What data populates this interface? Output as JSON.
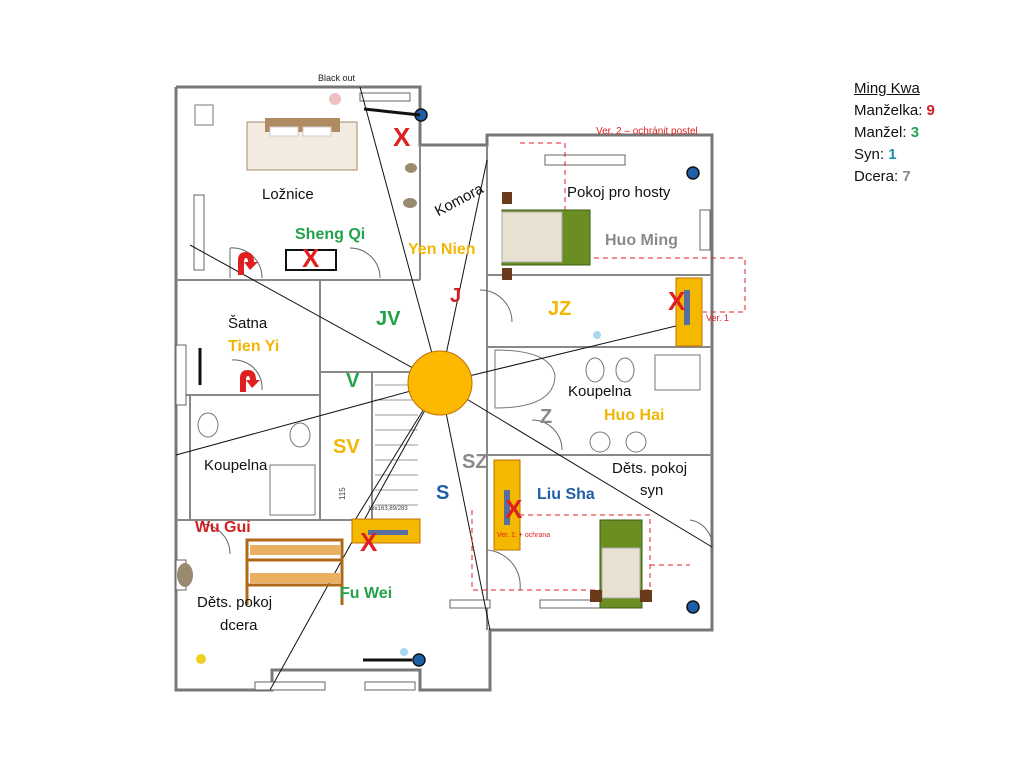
{
  "legend": {
    "title": "Ming Kwa",
    "rows": [
      {
        "label": "Manželka:",
        "value": "9",
        "color": "#d42020"
      },
      {
        "label": "Manžel:",
        "value": "3",
        "color": "#22a24a"
      },
      {
        "label": "Syn:",
        "value": "1",
        "color": "#1f8fb0"
      },
      {
        "label": "Dcera:",
        "value": "7",
        "color": "#8a8a8a"
      }
    ]
  },
  "rooms": {
    "loznice": "Ložnice",
    "komora": "Komora",
    "pokoj_hosty": "Pokoj pro hosty",
    "satna": "Šatna",
    "koupelna_left": "Koupelna",
    "koupelna_right": "Koupelna",
    "deti_syn_1": "Děts. pokoj",
    "deti_syn_2": "syn",
    "deti_dcera_1": "Děts. pokoj",
    "deti_dcera_2": "dcera"
  },
  "gua": {
    "sheng_qi": "Sheng Qi",
    "yen_nien": "Yen Nien",
    "huo_ming": "Huo Ming",
    "tien_yi": "Tien Yi",
    "huo_hai": "Huo Hai",
    "liu_sha": "Liu Sha",
    "wu_gui": "Wu Gui",
    "fu_wei": "Fu Wei"
  },
  "directions": {
    "j": "J",
    "jv": "JV",
    "jz": "JZ",
    "v": "V",
    "z": "Z",
    "sv": "SV",
    "sz": "SZ",
    "s": "S"
  },
  "notes": {
    "blackout": "Black out",
    "ver2": "Ver. 2 – ochránit postel",
    "ver1": "Ver. 1",
    "ver1b": "Ver. 1: + ochrana",
    "stairs": "18x163,89/283",
    "stair_num": "115"
  },
  "marks": {
    "x": "X",
    "colors": {
      "x": "#e02020",
      "center": "#fcb900",
      "wardrobe": "#f5b800",
      "bed_green": "#6b8e23",
      "bed_wood": "#c8a878"
    }
  }
}
